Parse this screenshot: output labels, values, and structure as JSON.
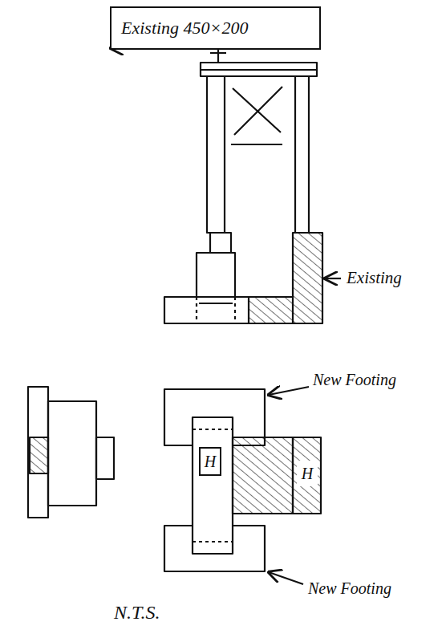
{
  "diagram": {
    "nodes": [
      {
        "text": [
          "Existing 450×200"
        ]
      },
      {
        "text": [
          "H"
        ]
      },
      {
        "text": [
          "H"
        ]
      }
    ],
    "labels": [
      "Existing",
      "New Footing",
      "New Footing",
      "N.T.S."
    ]
  }
}
